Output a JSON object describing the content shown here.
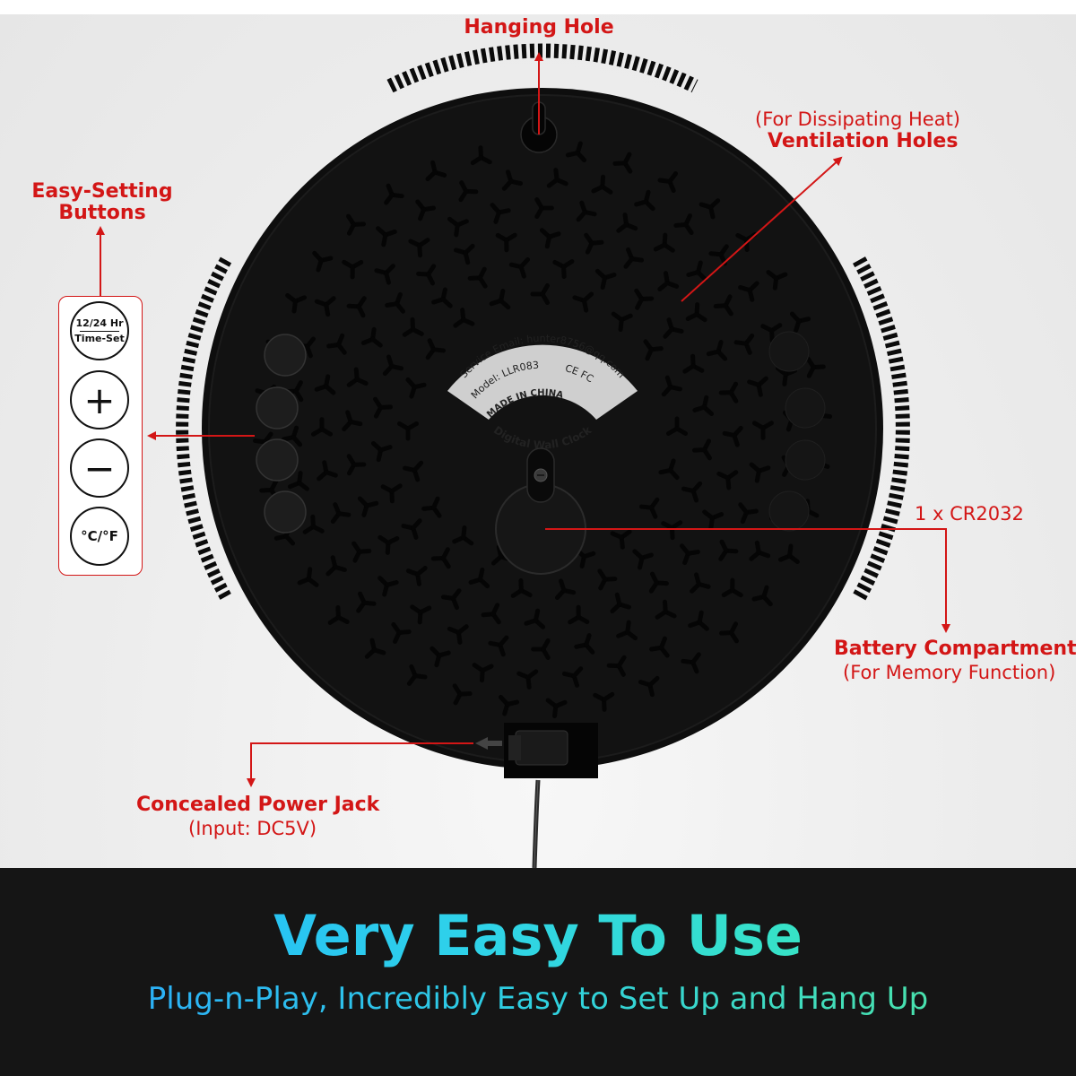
{
  "callouts": {
    "hanging_hole": "Hanging Hole",
    "ventilation_note": "(For Dissipating Heat)",
    "ventilation_title": "Ventilation Holes",
    "buttons_line1": "Easy-Setting",
    "buttons_line2": "Buttons",
    "battery_type": "1 x CR2032",
    "battery_title": "Battery Compartment",
    "battery_note": "(For Memory Function)",
    "power_title": "Concealed Power Jack",
    "power_note": "(Input: DC5V)"
  },
  "buttons": {
    "time_top": "12/24 Hr",
    "time_bottom": "Time-Set",
    "plus": "+",
    "minus": "−",
    "unit": "°C/°F"
  },
  "label": {
    "service_email": "Service Email: hunter8756@qq.com",
    "model": "Model: LLR083",
    "made_in": "MADE IN CHINA",
    "certifications": "CE FC",
    "product": "Digital Wall Clock"
  },
  "footer": {
    "headline": "Very Easy To Use",
    "subline": "Plug-n-Play, Incredibly Easy to Set Up and Hang Up"
  },
  "colors": {
    "callout_red": "#d31616",
    "device_black": "#0d0d0d",
    "band_dark": "#151515",
    "gradient_start": "#1fb0ff",
    "gradient_end": "#3ef0a8"
  }
}
